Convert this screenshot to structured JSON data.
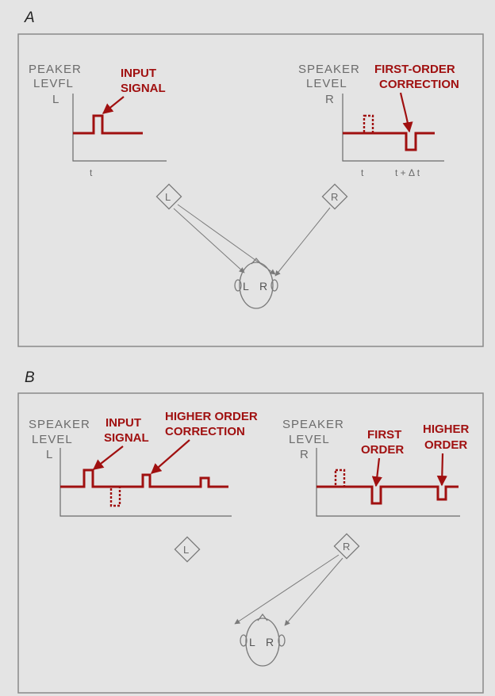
{
  "panels": {
    "a": {
      "letter": "A",
      "left": {
        "ylabel": [
          "PEAKER",
          "LEVFL",
          "L"
        ],
        "annotation": [
          "INPUT",
          "SIGNAL"
        ],
        "tick": "t"
      },
      "right": {
        "ylabel": [
          "SPEAKER",
          "LEVEL",
          "R"
        ],
        "annotation": [
          "FIRST-ORDER",
          "CORRECTION"
        ],
        "ticks": [
          "t",
          "t + Δ t"
        ]
      },
      "speaker_left": "L",
      "speaker_right": "R",
      "head_left": "L",
      "head_right": "R"
    },
    "b": {
      "letter": "B",
      "left": {
        "ylabel": [
          "SPEAKER",
          "LEVEL",
          "L"
        ],
        "annotation_1": [
          "INPUT",
          "SIGNAL"
        ],
        "annotation_2": [
          "HIGHER ORDER",
          "CORRECTION"
        ]
      },
      "right": {
        "ylabel": [
          "SPEAKER",
          "LEVEL",
          "R"
        ],
        "annotation_1": [
          "FIRST",
          "ORDER"
        ],
        "annotation_2": [
          "HIGHER",
          "ORDER"
        ]
      },
      "speaker_left": "L",
      "speaker_right": "R",
      "head_left": "L",
      "head_right": "R"
    }
  },
  "colors": {
    "signal": "#a01010",
    "line": "#6b6b6b",
    "background": "#e4e4e4"
  }
}
